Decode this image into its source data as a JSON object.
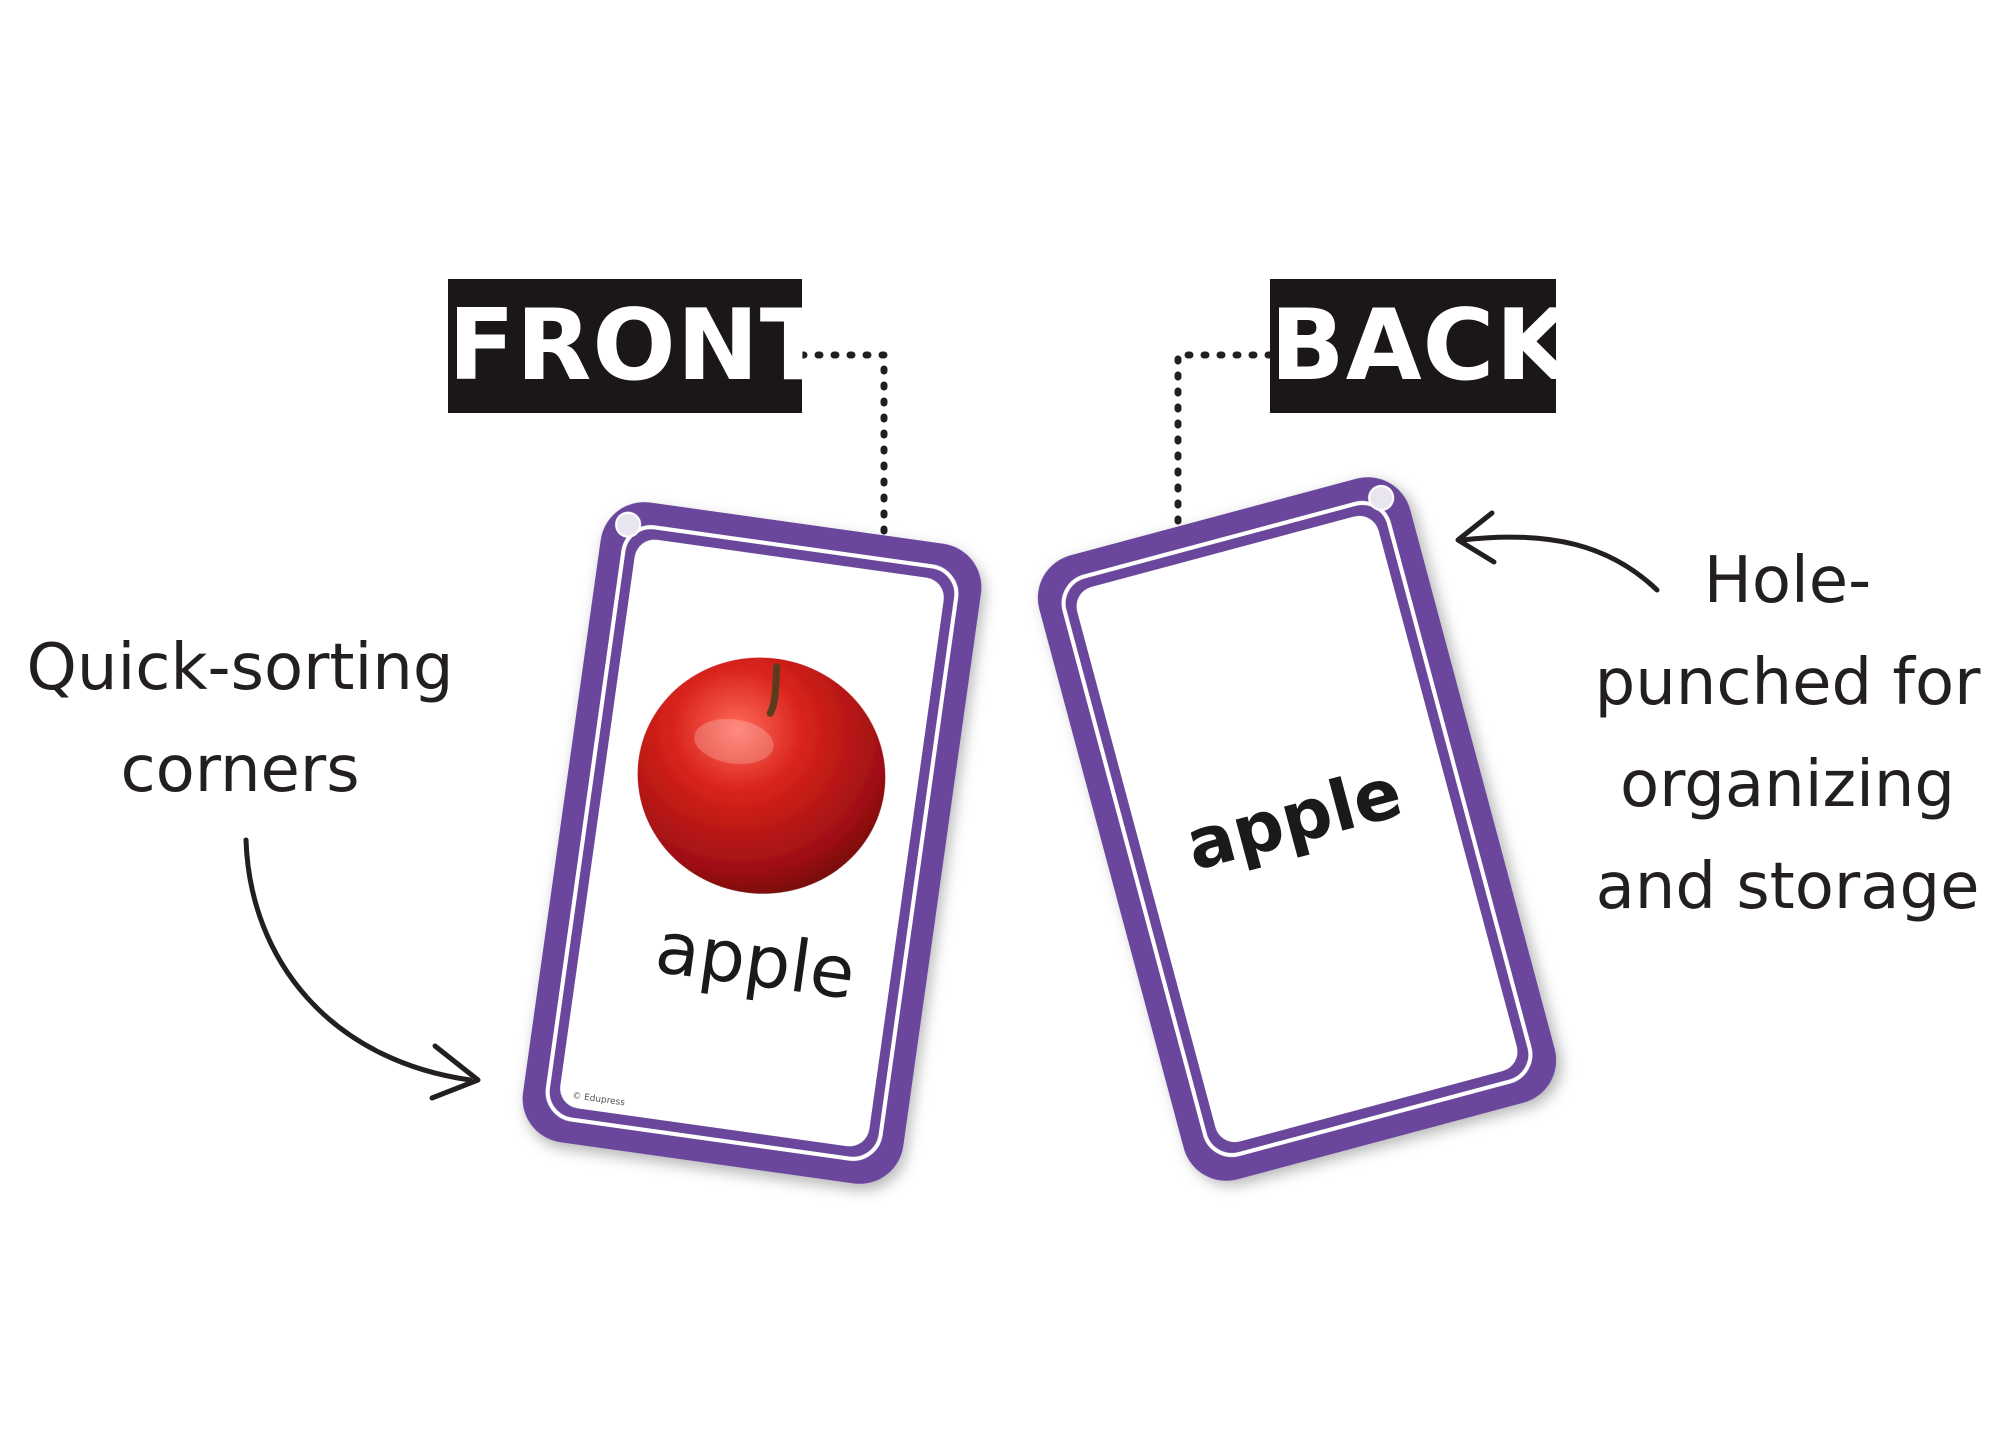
{
  "labels": {
    "front": "FRONT",
    "back": "BACK"
  },
  "notes": {
    "left": "Quick-sorting\ncorners",
    "right": "Hole-\npunched for\norganizing\nand storage"
  },
  "cards": {
    "front_word": "apple",
    "back_word": "apple",
    "copyright": "© Edupress"
  },
  "colors": {
    "card_border": "#6a479c",
    "label_bg": "#1b1718",
    "text": "#231f20",
    "apple": "#c41e1e"
  }
}
